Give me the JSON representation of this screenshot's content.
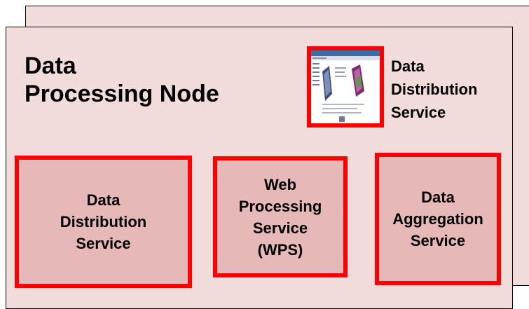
{
  "node": {
    "title_lines": [
      "Data",
      "Processing Node"
    ]
  },
  "thumbnail": {
    "icon": "webpage-screenshot-thumbnail",
    "label_lines": [
      "Data",
      "Distribution",
      "Service"
    ]
  },
  "services": [
    {
      "id": "dds",
      "label_lines": [
        "Data",
        "Distribution",
        "Service"
      ]
    },
    {
      "id": "wps",
      "label_lines": [
        "Web",
        "Processing",
        "Service",
        "(WPS)"
      ]
    },
    {
      "id": "das",
      "label_lines": [
        "Data",
        "Aggregation",
        "Service"
      ]
    }
  ],
  "colors": {
    "node_fill": "#f2dcdb",
    "service_fill": "#e6b8b7",
    "highlight_border": "#ff0000"
  }
}
